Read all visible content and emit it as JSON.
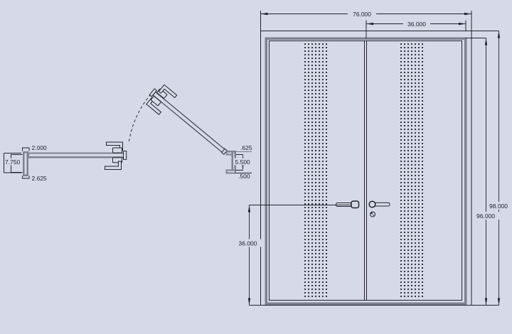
{
  "colors": {
    "background": "#d6d9e8",
    "line": "#23232c",
    "frame": "#7e828f",
    "dots": "#33333d"
  },
  "dimensions": {
    "elevation": {
      "overall_width": "76.000",
      "leaf_width": "36.000",
      "overall_height": "98.000",
      "frame_height": "96.000",
      "handle_height": "36.000"
    },
    "plan": {
      "hinge_jamb_width": "2.000",
      "hinge_jamb_depth": "7.750",
      "hinge_jamb_return": "2.625",
      "strike_jamb_stop": ".625",
      "strike_jamb_web": "5.500",
      "strike_jamb_return": ".500"
    }
  }
}
